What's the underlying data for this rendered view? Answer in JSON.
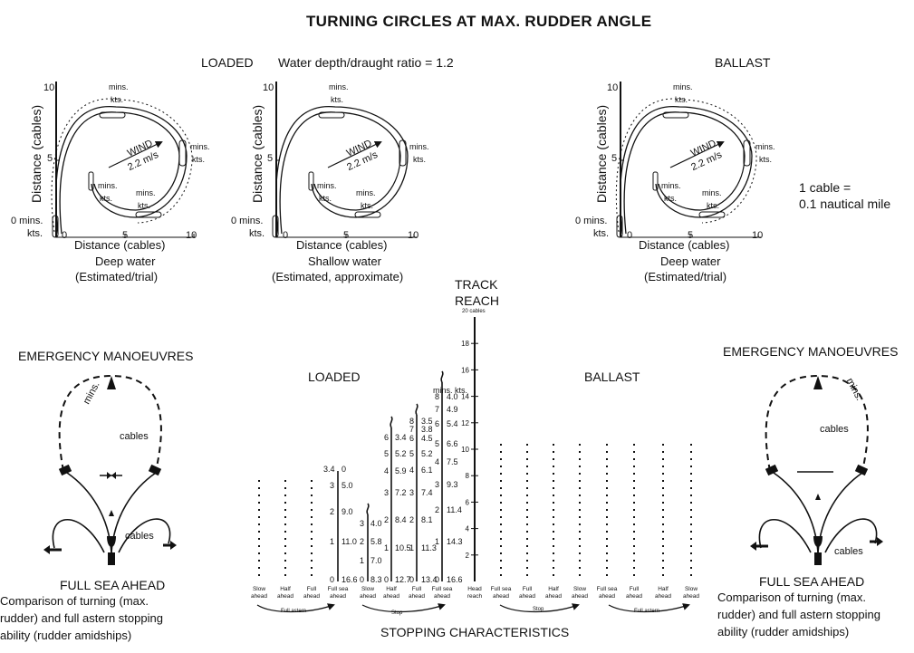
{
  "title": "TURNING CIRCLES AT MAX. RUDDER ANGLE",
  "loaded_label": "LOADED",
  "depth_ratio": "Water depth/draught ratio = 1.2",
  "ballast_label": "BALLAST",
  "cable_note_1": "1 cable =",
  "cable_note_2": "0.1 nautical mile",
  "circles": {
    "y_label": "Distance (cables)",
    "x_label": "Distance (cables)",
    "tick_0": "0",
    "tick_5": "5",
    "tick_10": "10",
    "mins": "mins.",
    "kts": "kts.",
    "zero_mins": "0 mins.",
    "wind": "WIND",
    "wind_speed": "2.2 m/s",
    "deep_water": "Deep water",
    "shallow_water": "Shallow water",
    "estimated_trial": "(Estimated/trial)",
    "estimated_approx": "(Estimated, approximate)"
  },
  "emergency": {
    "title": "EMERGENCY MANOEUVRES",
    "mins": "mins.",
    "cables": "cables",
    "full_sea_ahead": "FULL SEA AHEAD",
    "comparison_1": "Comparison of turning (max.",
    "comparison_2": "rudder) and full astern stopping",
    "comparison_3": "ability (rudder amidships)"
  },
  "stopping": {
    "track": "TRACK",
    "reach": "REACH",
    "axis_top": "20 cables",
    "axis_ticks": [
      "18",
      "16",
      "14",
      "12",
      "10",
      "8",
      "6",
      "4",
      "2"
    ],
    "loaded": "LOADED",
    "ballast": "BALLAST",
    "mins_kts": "mins. kts.",
    "footer": "STOPPING CHARACTERISTICS",
    "full_astern": "Full astern",
    "stop": "Stop",
    "bottom_labels": [
      [
        "Slow",
        "ahead"
      ],
      [
        "Half",
        "ahead"
      ],
      [
        "Full",
        "ahead"
      ],
      [
        "Full sea",
        "ahead"
      ],
      [
        "Slow",
        "ahead"
      ],
      [
        "Half",
        "ahead"
      ],
      [
        "Full",
        "ahead"
      ],
      [
        "Full sea",
        "ahead"
      ],
      [
        "Head",
        "reach"
      ],
      [
        "Full sea",
        "ahead"
      ],
      [
        "Full",
        "ahead"
      ],
      [
        "Half",
        "ahead"
      ],
      [
        "Slow",
        "ahead"
      ],
      [
        "Full sea",
        "ahead"
      ],
      [
        "Full",
        "ahead"
      ],
      [
        "Half",
        "ahead"
      ],
      [
        "Slow",
        "ahead"
      ]
    ],
    "col_fullsea_a": [
      "3.4",
      "0",
      "3",
      "5.0",
      "2",
      "9.0",
      "1",
      "11.0",
      "0",
      "16.6"
    ],
    "col_slow_b": [
      "3",
      "4.0",
      "2",
      "5.8",
      "1",
      "7.0",
      "0",
      "8.3"
    ],
    "col_half_b": [
      "6",
      "3.4",
      "5",
      "5.2",
      "4",
      "5.9",
      "3",
      "7.2",
      "2",
      "8.4",
      "1",
      "10.5",
      "0",
      "12.7"
    ],
    "col_full_b": [
      "8",
      "3.5",
      "7",
      "3.8",
      "6",
      "4.5",
      "5",
      "5.2",
      "4",
      "6.1",
      "3",
      "7.4",
      "2",
      "8.1",
      "1",
      "11.3",
      "0",
      "13.4"
    ],
    "col_fullsea_b": [
      "8",
      "4.0",
      "7",
      "4.9",
      "6",
      "5.4",
      "5",
      "6.6",
      "4",
      "7.5",
      "3",
      "9.3",
      "2",
      "11.4",
      "1",
      "14.3",
      "0",
      "16.6"
    ]
  }
}
